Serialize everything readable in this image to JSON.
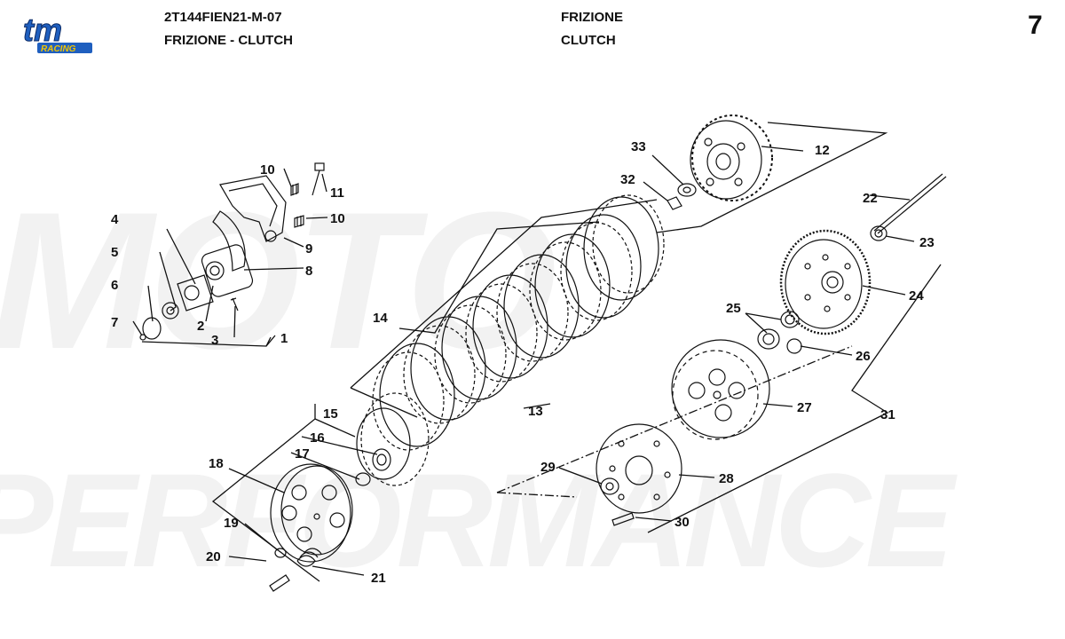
{
  "header": {
    "brand": "tm",
    "brand_sub": "RACING",
    "doc_code": "2T144FIEN21-M-07",
    "title_combined": "FRIZIONE - CLUTCH",
    "title_it": "FRIZIONE",
    "title_en": "CLUTCH",
    "page_number": "7"
  },
  "watermark": {
    "line1": "MOTO",
    "line2": "PERFORMANCE"
  },
  "callouts": {
    "c1": "1",
    "c2": "2",
    "c3": "3",
    "c4": "4",
    "c5": "5",
    "c6": "6",
    "c7": "7",
    "c8": "8",
    "c9": "9",
    "c10a": "10",
    "c10b": "10",
    "c11": "11",
    "c12": "12",
    "c13": "13",
    "c14": "14",
    "c15": "15",
    "c16": "16",
    "c17": "17",
    "c18": "18",
    "c19": "19",
    "c20": "20",
    "c21": "21",
    "c22": "22",
    "c23": "23",
    "c24": "24",
    "c25": "25",
    "c26": "26",
    "c27": "27",
    "c28": "28",
    "c29": "29",
    "c30": "30",
    "c31": "31",
    "c32": "32",
    "c33": "33"
  },
  "colors": {
    "ink": "#111111",
    "logo_blue": "#1f5fbf",
    "logo_yellow": "#f2c500",
    "watermark": "#f2f2f2"
  }
}
